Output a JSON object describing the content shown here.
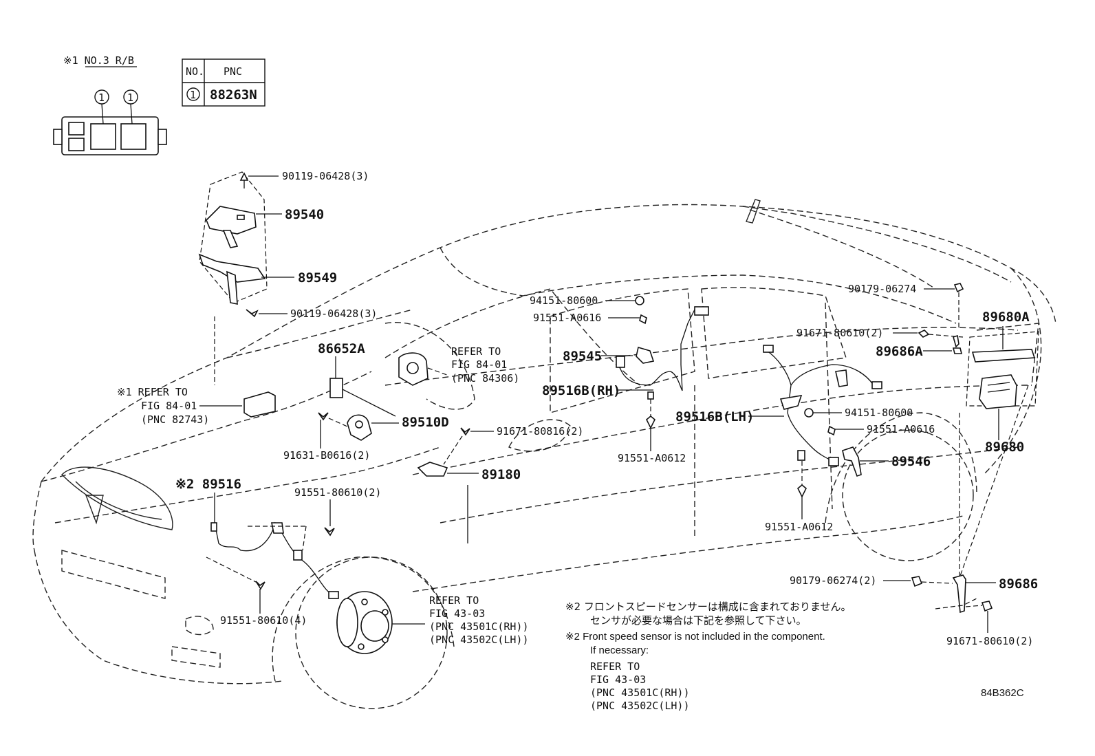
{
  "relay_block": {
    "header": "※1 NO.3 R/B",
    "marker": "1"
  },
  "pnc_table": {
    "col_no": "NO.",
    "col_pnc": "PNC",
    "row_no": "1",
    "row_pnc": "88263N"
  },
  "parts": {
    "p90119_top": "90119-06428(3)",
    "p89540": "89540",
    "p89549": "89549",
    "p90119_bottom": "90119-06428(3)",
    "p86652A": "86652A",
    "refer_84306": [
      "REFER TO",
      "FIG 84-01",
      "(PNC 84306)"
    ],
    "refer_82743": [
      "※1 REFER TO",
      "FIG 84-01",
      "(PNC 82743)"
    ],
    "p89510D": "89510D",
    "p91631": "91631-B0616(2)",
    "p91671_80816": "91671-80816(2)",
    "p89180": "89180",
    "p89516": "※2 89516",
    "p91551_80610_2": "91551-80610(2)",
    "p91551_80610_4": "91551-80610(4)",
    "refer_43_03": [
      "REFER TO",
      "FIG 43-03",
      "(PNC 43501C(RH))",
      "(PNC 43502C(LH))"
    ],
    "p94151_top": "94151-80600",
    "p91551_A0616_top": "91551-A0616",
    "p89545": "89545",
    "p89516B_RH": "89516B(RH)",
    "p91551_A0612_mid": "91551-A0612",
    "p89516B_LH": "89516B(LH)",
    "p94151_right": "94151-80600",
    "p91551_A0616_right": "91551-A0616",
    "p89546": "89546",
    "p91551_A0612_low": "91551-A0612",
    "p90179_top": "90179-06274",
    "p91671_80610_top": "91671-80610(2)",
    "p89680A": "89680A",
    "p89686A": "89686A",
    "p89680": "89680",
    "p90179_low": "90179-06274(2)",
    "p89686": "89686",
    "p91671_80610_low": "91671-80610(2)"
  },
  "notes": {
    "jp_line1": "※2 フロントスピードセンサーは構成に含まれておりません。",
    "jp_line2": "センサが必要な場合は下記を参照して下さい。",
    "en_line1": "※2 Front speed sensor is not included in the component.",
    "en_line2": "If necessary:",
    "refer": [
      "REFER TO",
      "FIG 43-03",
      "(PNC 43501C(RH))",
      "(PNC 43502C(LH))"
    ]
  },
  "figure_code": "84B362C"
}
